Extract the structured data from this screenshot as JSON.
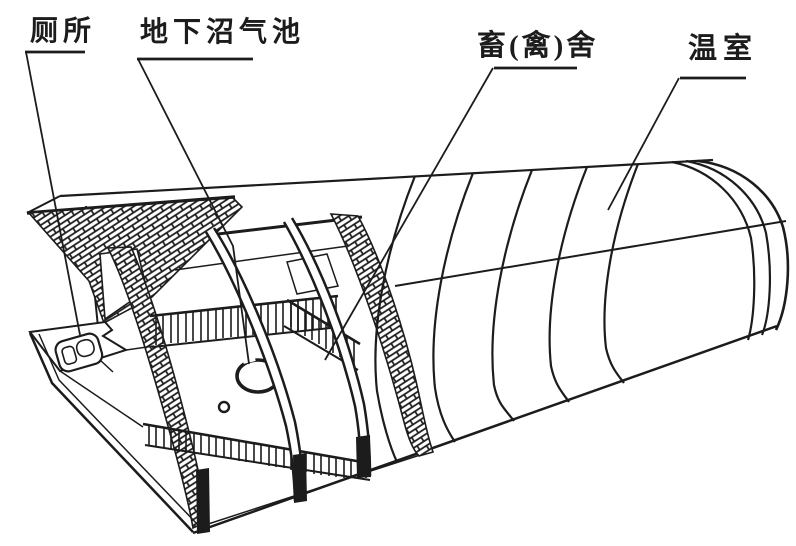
{
  "figure": {
    "type": "textbook-line-diagram",
    "subject": "four-in-one eco-greenhouse cutaway",
    "colors": {
      "ink": "#1c1c1c",
      "background": "#ffffff"
    },
    "labels": {
      "toilet": "厕所",
      "biogas_digester": "地下沼气池",
      "livestock_house": "畜(禽)舍",
      "greenhouse": "温室"
    }
  }
}
